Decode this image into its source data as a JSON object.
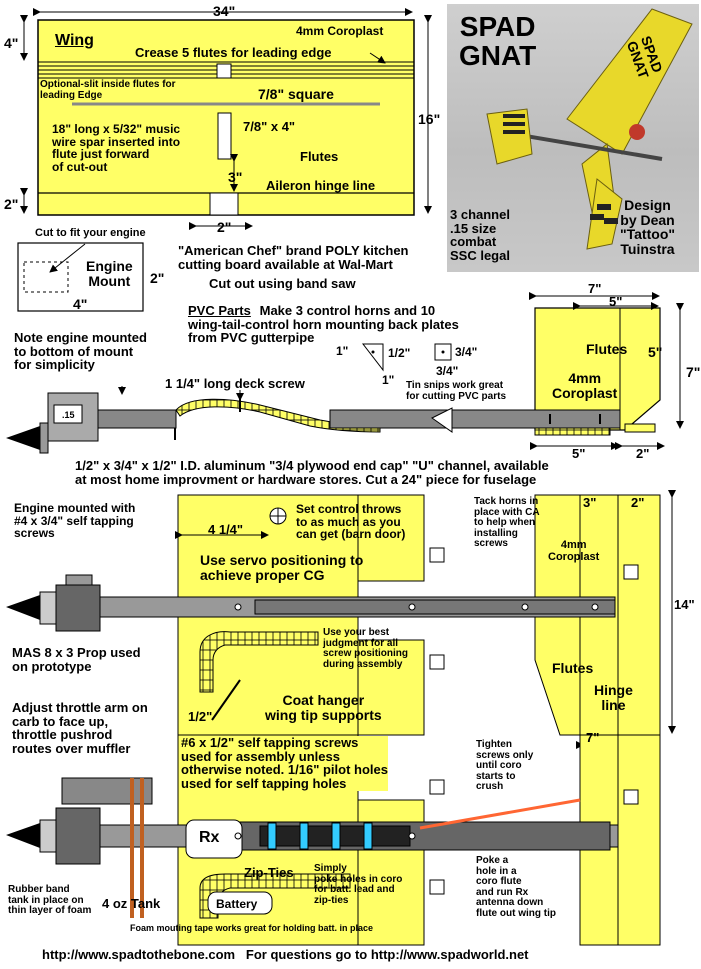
{
  "photo": {
    "title": "SPAD\nGNAT",
    "specs": "3 channel\n.15 size\ncombat\nSSC legal",
    "designer": "Design\nby Dean\n\"Tattoo\"\nTuinstra",
    "wing_decal": "SPAD\nGNAT"
  },
  "wing": {
    "width_dim": "34\"",
    "height_dim": "16\"",
    "lead_dim": "4\"",
    "bottom_dim": "2\"",
    "cut_dim": "2\"",
    "cut_height_dim": "3\"",
    "title": "Wing",
    "material": "4mm Coroplast",
    "crease": "Crease 5 flutes for leading edge",
    "slit_note": "Optional-slit inside flutes for\nleading Edge",
    "square": "7/8\" square",
    "slot": "7/8\" x 4\"",
    "spar_note": "18\" long x 5/32\" music\nwire spar inserted into\nflute just forward\nof cut-out",
    "flutes": "Flutes",
    "aileron": "Aileron hinge line"
  },
  "mount": {
    "cut_note": "Cut to fit your engine",
    "label": "Engine\nMount",
    "h_dim": "2\"",
    "w_dim": "4\"",
    "board_note": "\"American Chef\" brand POLY kitchen\ncutting board available at Wal-Mart",
    "saw_note": "Cut out using band saw"
  },
  "pvc": {
    "title": "PVC Parts",
    "note": " Make 3 control horns and 10\nwing-tail-control horn mounting back plates\nfrom PVC gutterpipe",
    "dim_a": "1\"",
    "dim_b": "1/2\"",
    "dim_c": "1\"",
    "dim_d": "3/4\"",
    "dim_e": "3/4\"",
    "snips": "Tin snips work great\nfor cutting PVC parts"
  },
  "tail": {
    "top_dim": "7\"",
    "inner_dim": "5\"",
    "flutes": "Flutes",
    "right_dim": "5\"",
    "height_dim": "7\"",
    "material": "4mm\nCoroplast",
    "bottom_dim": "5\"",
    "gap_dim": "2\""
  },
  "side": {
    "engine_note": "Note engine mounted\nto bottom of mount\nfor simplicity",
    "screw": "1 1/4\" long deck screw",
    "engine_size": ".15",
    "channel_note": "1/2\" x 3/4\" x 1/2\" I.D. aluminum \"3/4 plywood end cap\" \"U\" channel, available\nat most home improvment or hardware stores. Cut a 24\" piece for fuselage"
  },
  "top": {
    "engine_screws": "Engine mounted with\n#4 x 3/4\" self tapping\nscrews",
    "dim_4q": "4 1/4\"",
    "throws": "Set control throws\nto as much as you\ncan get (barn door)",
    "servo": "Use servo positioning to\nachieve proper CG",
    "tack": "Tack horns in\nplace with CA\nto help when\ninstalling\nscrews",
    "stab_w1": "3\"",
    "stab_w2": "2\"",
    "stab_mat": "4mm\nCoroplast",
    "stab_height": "14\"",
    "prop": "MAS 8 x 3 Prop used\non prototype",
    "judgment": "Use your best\njudgment for all\nscrew positioning\nduring assembly",
    "flutes": "Flutes",
    "hinge": "Hinge\nline",
    "coat": "Coat hanger\nwing tip supports",
    "dim_half": "1/2\"",
    "stab_bottom": "7\""
  },
  "bottom": {
    "throttle": "Adjust throttle arm on\ncarb to face up,\nthrottle pushrod\nroutes over muffler",
    "screws": "#6 x 1/2\" self tapping screws\nused for assembly unless\notherwise noted. 1/16\" pilot holes\nused for self tapping holes",
    "tighten": "Tighten\nscrews only\nuntil coro\nstarts to\ncrush",
    "rx": "Rx",
    "zip": "Zip-Ties",
    "poke": "Simply\npoke holes in coro\nfor batt. lead and\nzip-ties",
    "antenna": "Poke a\nhole in a\ncoro flute\nand run Rx\nantenna down\nflute out wing tip",
    "rubber": "Rubber band\ntank in place on\nthin layer of foam",
    "tank": "4 oz Tank",
    "battery": "Battery",
    "foam": "Foam mouting tape works great for holding batt. in place"
  },
  "footer": {
    "text": "http://www.spadtothebone.com   For questions go to http://www.spadworld.net"
  },
  "colors": {
    "coroplast": "#ffff66",
    "aluminum": "#808080",
    "dark": "#1a1a1a"
  }
}
